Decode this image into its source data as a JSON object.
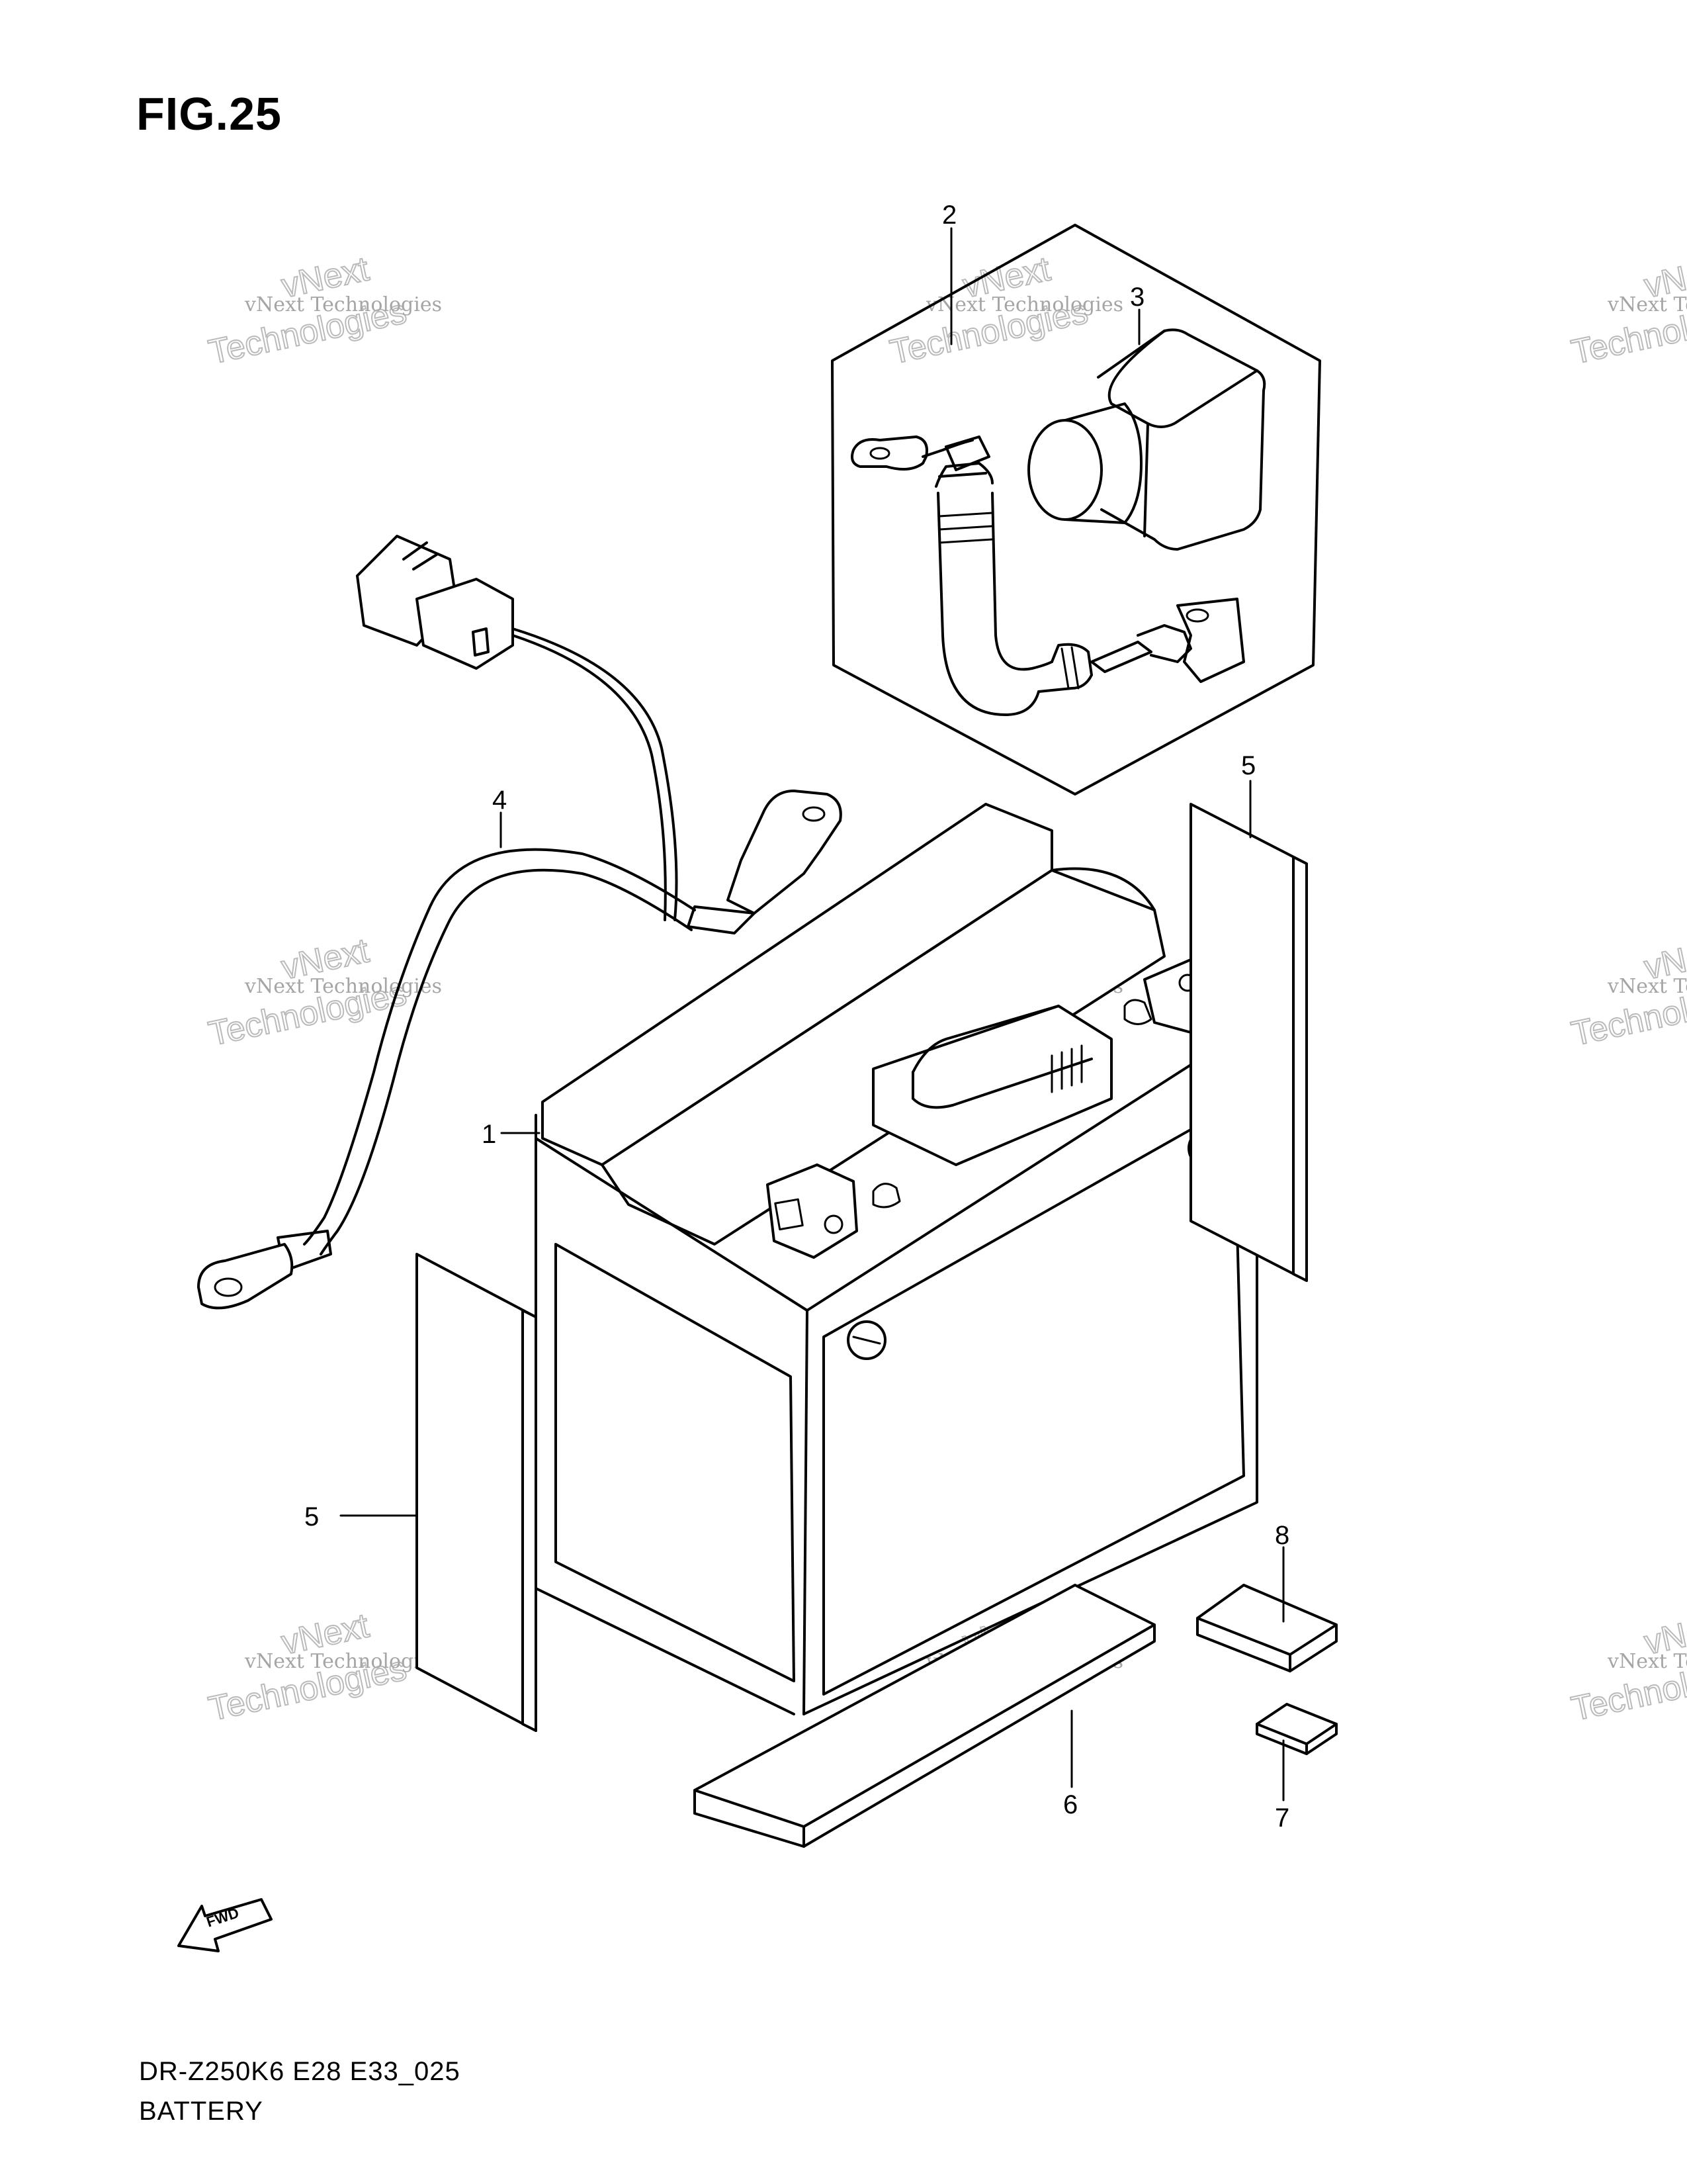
{
  "figure": {
    "title": "FIG.25",
    "code": "DR-Z250K6 E28 E33_025",
    "name": "BATTERY"
  },
  "callouts": [
    "1",
    "2",
    "3",
    "4",
    "5",
    "5",
    "6",
    "7",
    "8"
  ],
  "fwd_label": "FWD",
  "watermark": {
    "line1": "vNext Technologies",
    "line2": "vNext",
    "line3": "Technologies"
  }
}
